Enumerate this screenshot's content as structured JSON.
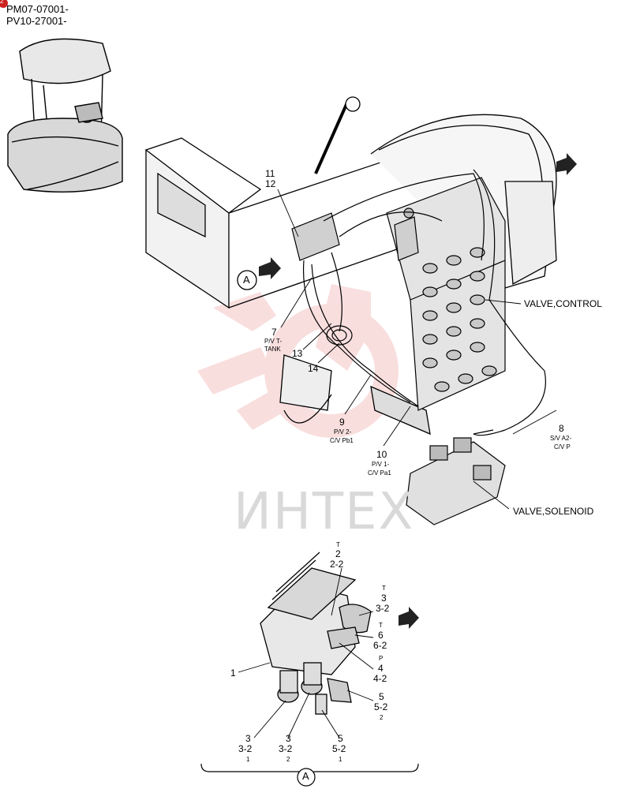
{
  "serials": [
    "PM07-07001-",
    "PV10-27001-"
  ],
  "watermark": "ИНТЕХ",
  "corner_badge": "2",
  "callouts": {
    "c11": "11",
    "c12": "12",
    "c7": "7",
    "c7_sub": "P/V T-",
    "c7_sub2": "TANK",
    "c13": "13",
    "c14": "14",
    "c9": "9",
    "c9_sub": "P/V 2-",
    "c9_sub2": "C/V Pb1",
    "c10": "10",
    "c10_sub": "P/V 1-",
    "c10_sub2": "C/V Pa1",
    "c8": "8",
    "c8_sub": "S/V A2-",
    "c8_sub2": "C/V P",
    "c1": "1"
  },
  "labels": {
    "valve_control": "VALVE,CONTROL",
    "valve_solenoid": "VALVE,SOLENOID",
    "view_a": "A",
    "view_a_bottom": "A"
  },
  "detail_ports": {
    "t2_t": "T",
    "t2_a": "2",
    "t2_b": "2-2",
    "t3_t": "T",
    "t3_a": "3",
    "t3_b": "3-2",
    "t6_t": "T",
    "t6_a": "6",
    "t6_b": "6-2",
    "p4_t": "P",
    "p4_a": "4",
    "p4_b": "4-2",
    "r5_a": "5",
    "r5_b": "5-2",
    "r5_c": "2",
    "b31_a": "3",
    "b31_b": "3-2",
    "b31_c": "1",
    "b32_a": "3",
    "b32_b": "3-2",
    "b32_c": "2",
    "b51_a": "5",
    "b51_b": "5-2",
    "b51_c": "1"
  }
}
